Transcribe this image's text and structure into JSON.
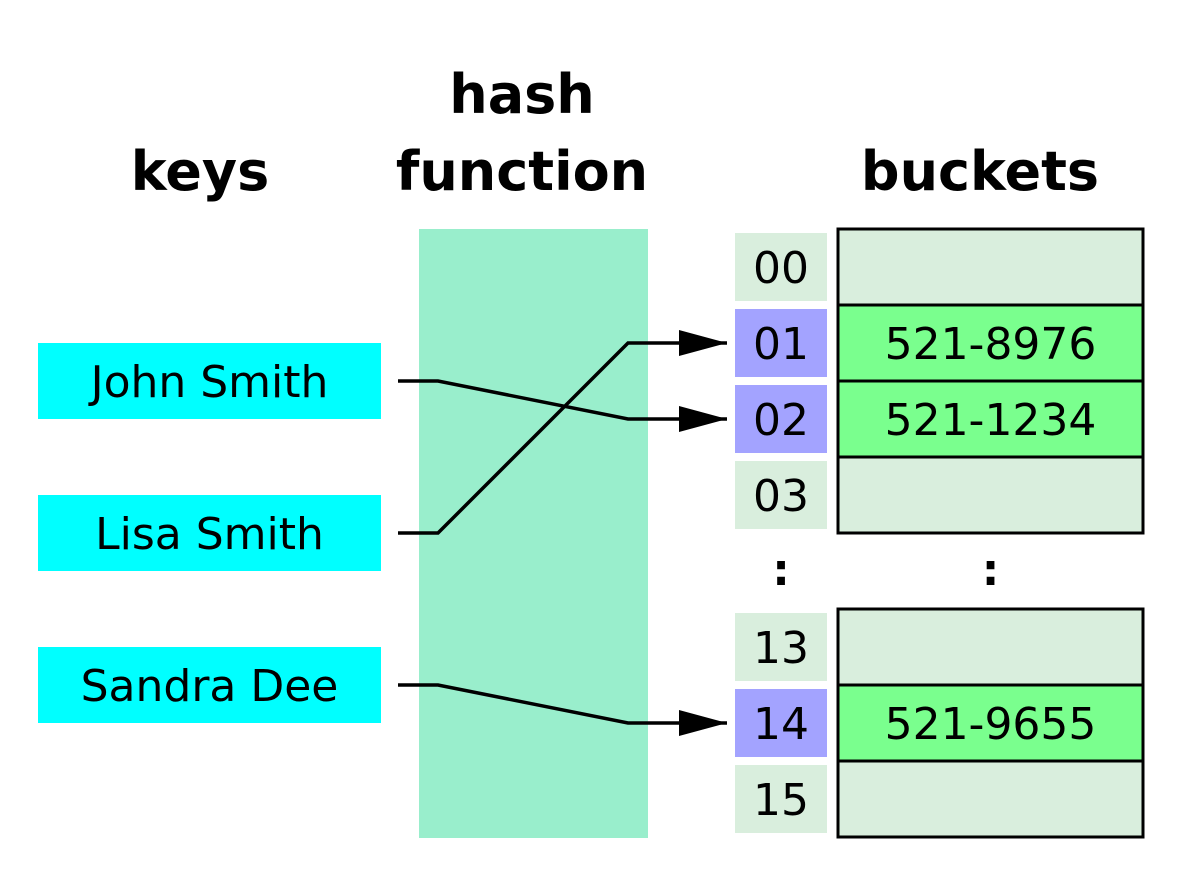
{
  "headings": {
    "keys": "keys",
    "hash_line1": "hash",
    "hash_line2": "function",
    "buckets": "buckets"
  },
  "colors": {
    "key_fill": "#00ffff",
    "hash_fill": "#99eecc",
    "index_empty": "#d9eedd",
    "index_used": "#a3a3ff",
    "bucket_empty": "#d9eedd",
    "bucket_used": "#7aff8e",
    "stroke": "#000000"
  },
  "keys": [
    {
      "name": "John Smith",
      "hash": "02"
    },
    {
      "name": "Lisa Smith",
      "hash": "01"
    },
    {
      "name": "Sandra Dee",
      "hash": "14"
    }
  ],
  "bucket_groups": [
    {
      "rows": [
        {
          "index": "00",
          "value": "",
          "used": false
        },
        {
          "index": "01",
          "value": "521-8976",
          "used": true
        },
        {
          "index": "02",
          "value": "521-1234",
          "used": true
        },
        {
          "index": "03",
          "value": "",
          "used": false
        }
      ]
    },
    {
      "rows": [
        {
          "index": "13",
          "value": "",
          "used": false
        },
        {
          "index": "14",
          "value": "521-9655",
          "used": true
        },
        {
          "index": "15",
          "value": "",
          "used": false
        }
      ]
    }
  ],
  "ellipsis": ":"
}
